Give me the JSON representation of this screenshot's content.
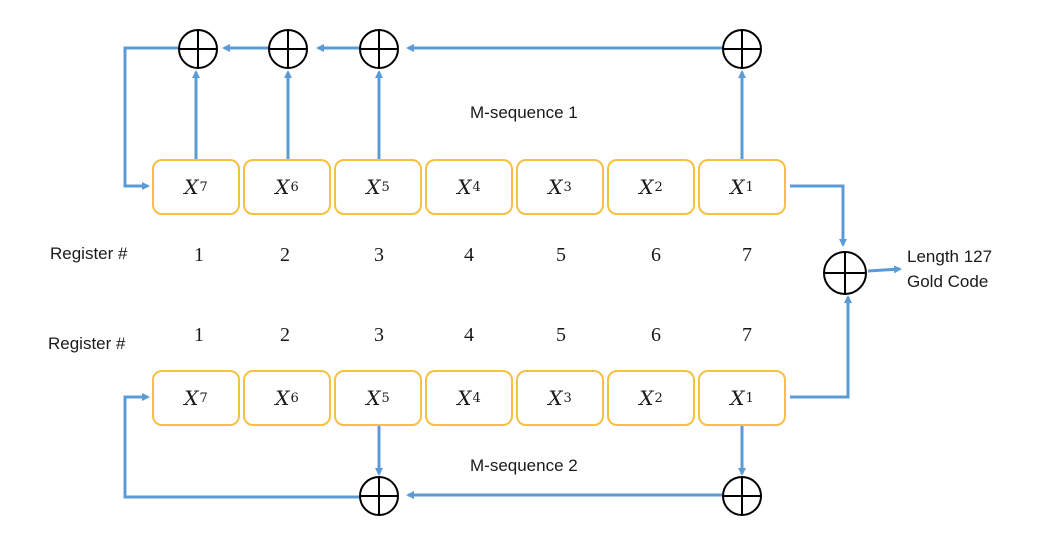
{
  "diagram": {
    "title_seq1": "M-sequence 1",
    "title_seq2": "M-sequence 2",
    "register_label": "Register #",
    "register_numbers": [
      "1",
      "2",
      "3",
      "4",
      "5",
      "6",
      "7"
    ],
    "cells": [
      {
        "var": "X",
        "sub": "7"
      },
      {
        "var": "X",
        "sub": "6"
      },
      {
        "var": "X",
        "sub": "5"
      },
      {
        "var": "X",
        "sub": "4"
      },
      {
        "var": "X",
        "sub": "3"
      },
      {
        "var": "X",
        "sub": "2"
      },
      {
        "var": "X",
        "sub": "1"
      }
    ],
    "output_line1": "Length 127",
    "output_line2": "Gold Code",
    "colors": {
      "arrow": "#5b9bd5",
      "cell_border": "#f6c042",
      "xor": "#000000"
    },
    "xor_symbol": "xor-circle"
  }
}
